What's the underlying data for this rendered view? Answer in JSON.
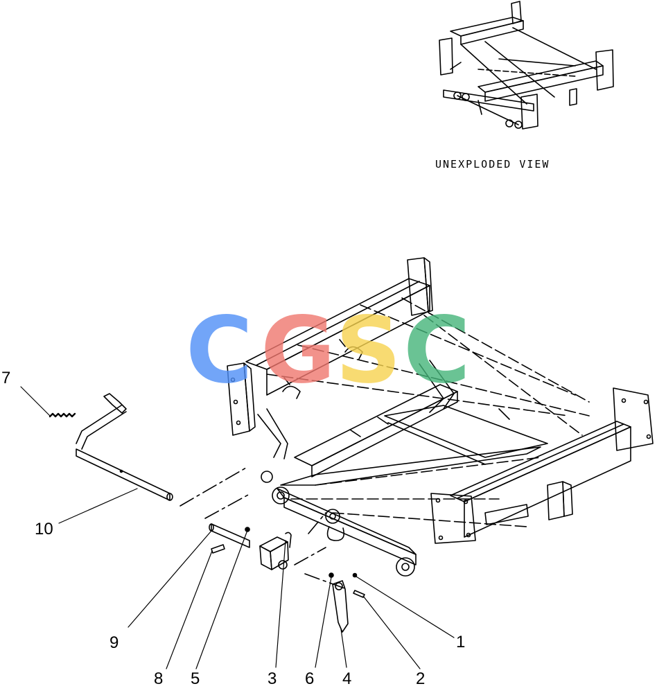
{
  "caption": "UNEXPLODED VIEW",
  "callouts": [
    "1",
    "2",
    "3",
    "4",
    "5",
    "6",
    "7",
    "8",
    "9",
    "10"
  ],
  "watermark": {
    "letters": [
      "C",
      "G",
      "S",
      "C"
    ],
    "colors": [
      "#4f8ff7",
      "#f0776f",
      "#f7d34f",
      "#45b57a"
    ]
  },
  "line_color": "#000000"
}
